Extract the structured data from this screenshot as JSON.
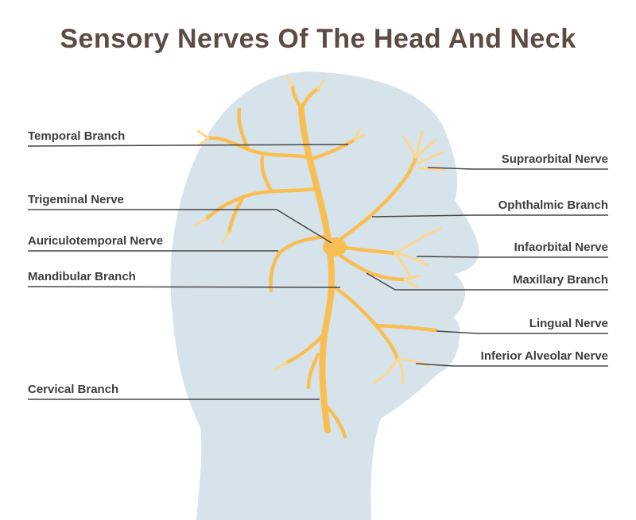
{
  "title": "Sensory Nerves Of The Head And Neck",
  "labels": {
    "left": [
      {
        "id": "temporal-branch",
        "text": "Temporal Branch"
      },
      {
        "id": "trigeminal-nerve",
        "text": "Trigeminal Nerve"
      },
      {
        "id": "auriculotemporal-nerve",
        "text": "Auriculotemporal Nerve"
      },
      {
        "id": "mandibular-branch",
        "text": "Mandibular Branch"
      },
      {
        "id": "cervical-branch",
        "text": "Cervical Branch"
      }
    ],
    "right": [
      {
        "id": "supraorbital-nerve",
        "text": "Supraorbital Nerve"
      },
      {
        "id": "ophthalmic-branch",
        "text": "Ophthalmic Branch"
      },
      {
        "id": "infaorbital-nerve",
        "text": "Infaorbital Nerve"
      },
      {
        "id": "maxillary-branch",
        "text": "Maxillary Branch"
      },
      {
        "id": "lingual-nerve",
        "text": "Lingual Nerve"
      },
      {
        "id": "inferior-alveolar-nerve",
        "text": "Inferior Alveolar Nerve"
      }
    ]
  },
  "colors": {
    "bg": "#ffffff",
    "title": "#5D4A43",
    "label": "#3D3D3D",
    "leader": "#474747",
    "head": "#D6E3EA",
    "nerve_main": "#F8BE52",
    "nerve_light": "#FBD892"
  }
}
